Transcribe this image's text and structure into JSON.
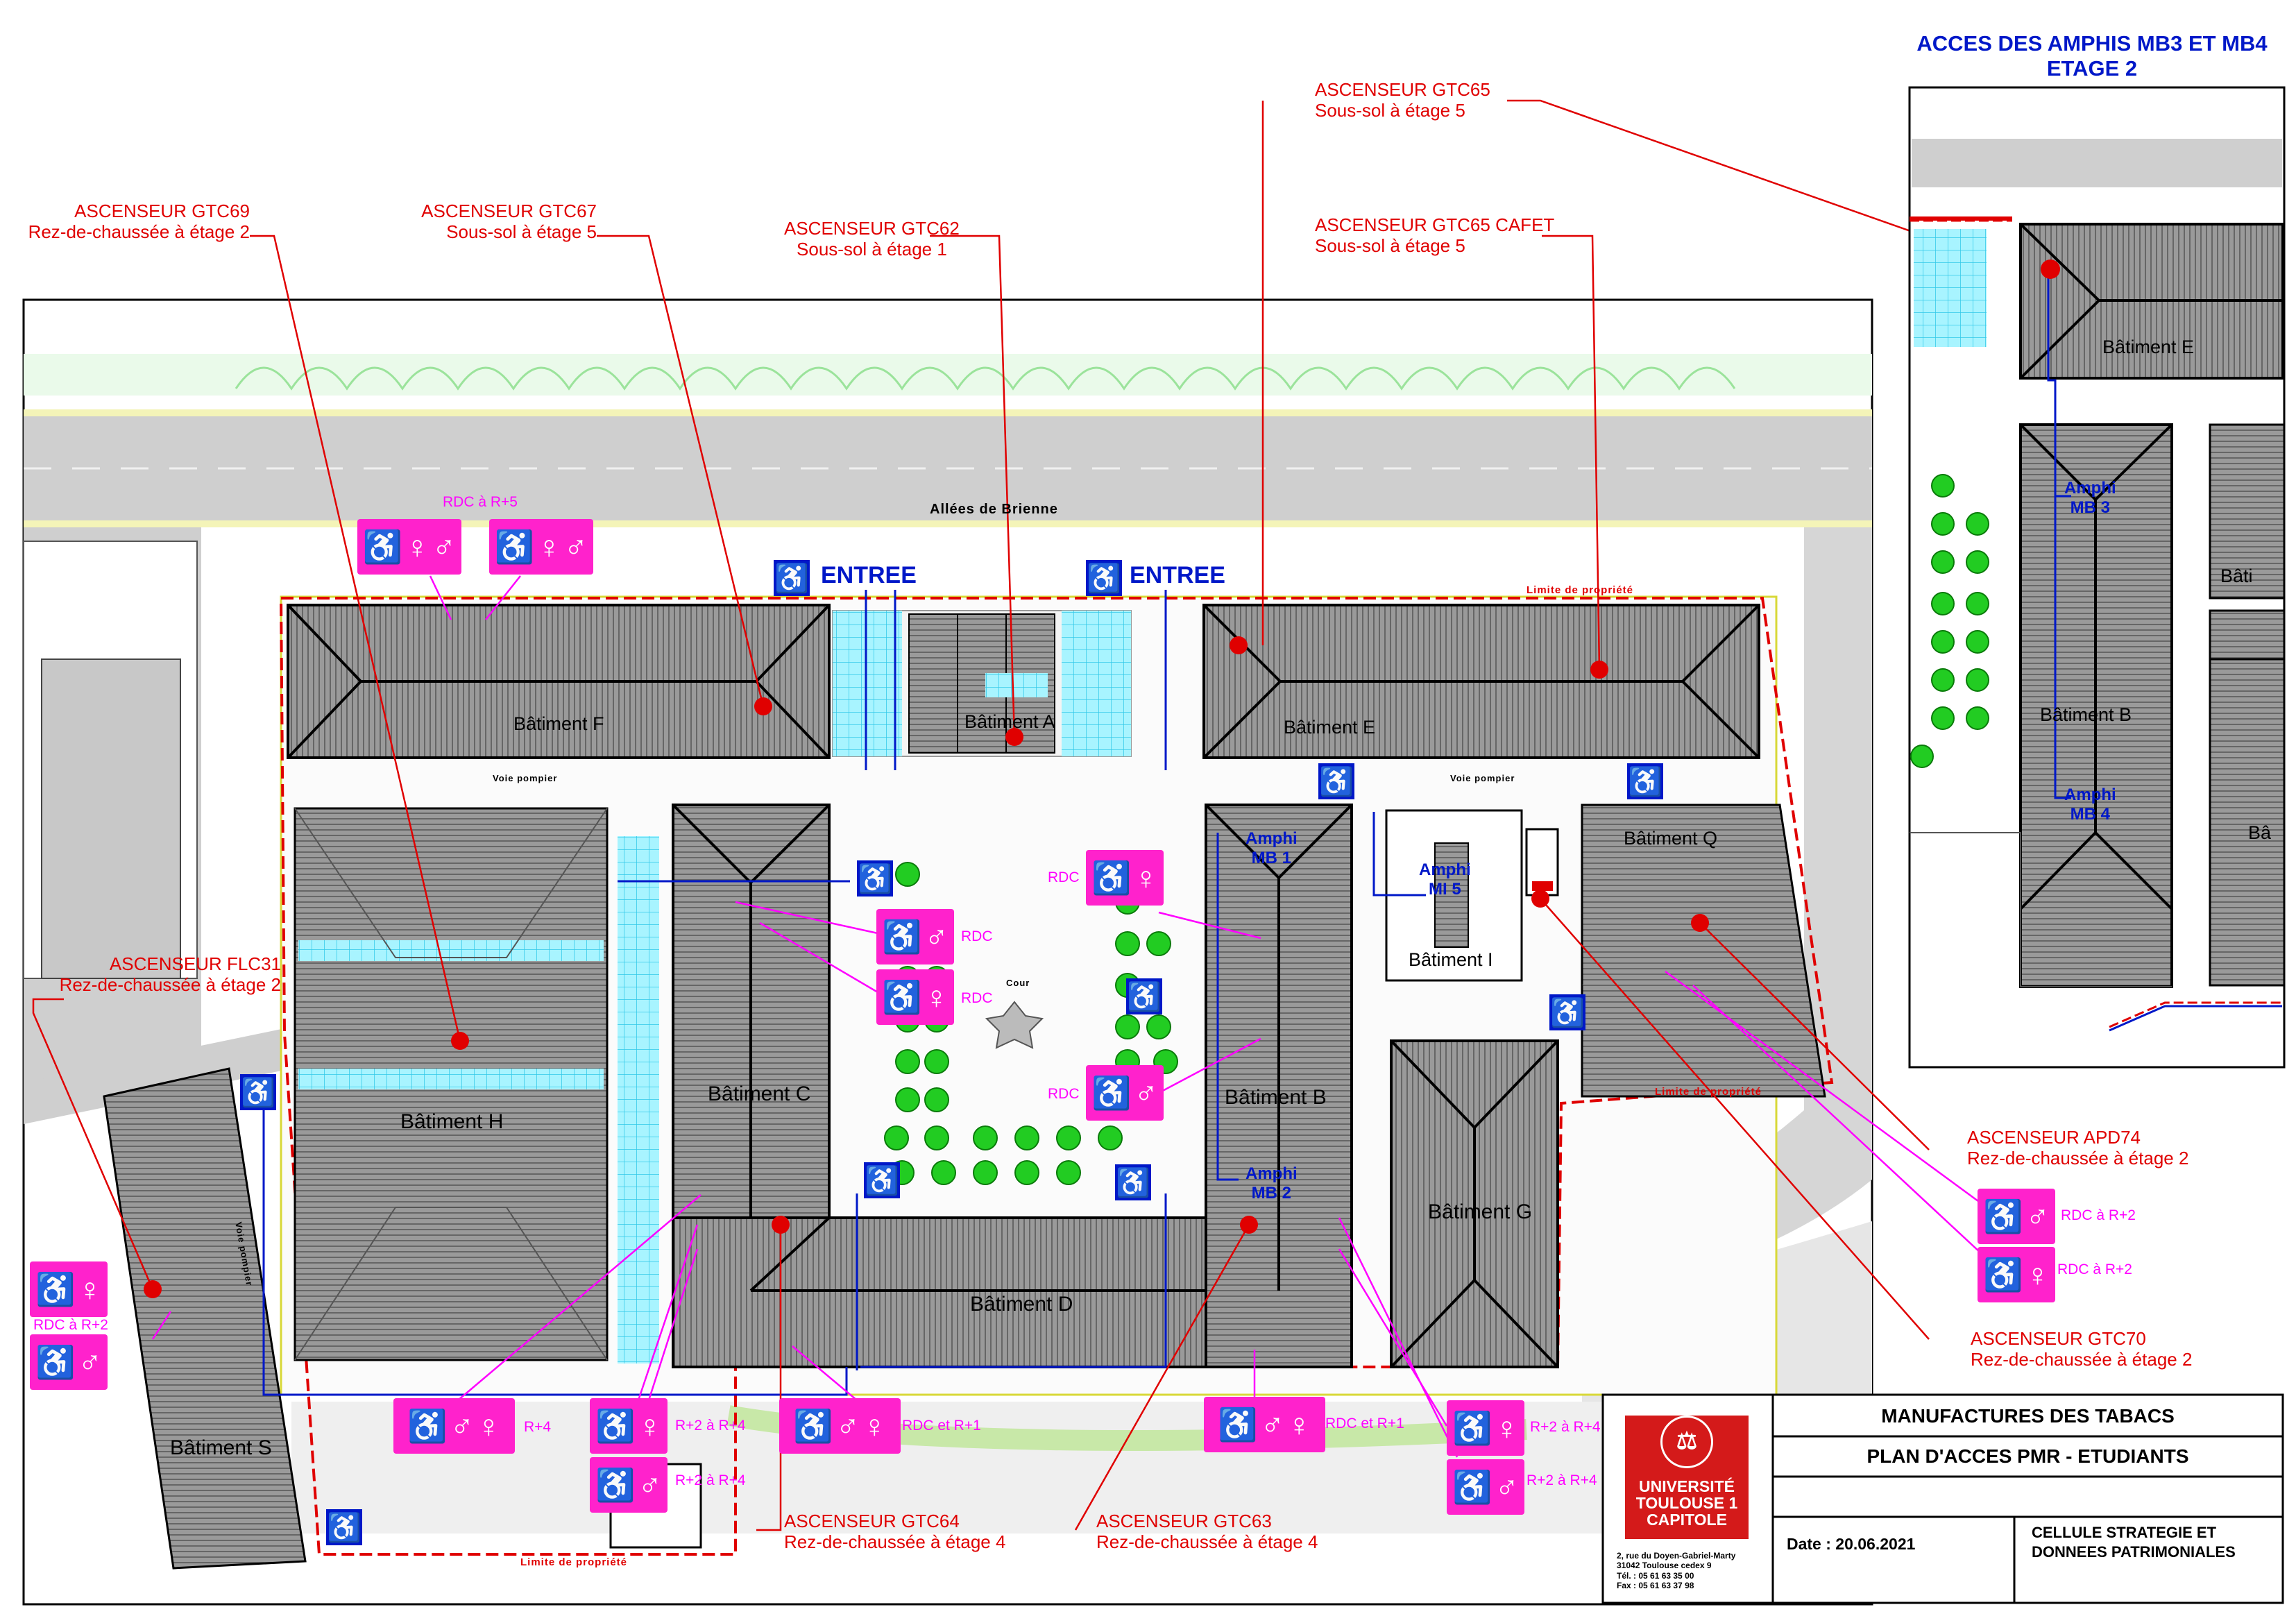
{
  "colors": {
    "red": "#e00000",
    "pink": "#ff22cc",
    "blue": "#0018c8",
    "cyan": "#9ff0ff",
    "roof": "#8c8c8c",
    "road": "#c8c8c8",
    "tree": "#1cc81c"
  },
  "icons": {
    "wheelchair": "wheelchair-icon",
    "woman": "woman-icon",
    "man": "man-icon",
    "star": "star-icon",
    "arrow": "arrow-icon"
  },
  "inset": {
    "title_line1": "ACCES DES AMPHIS MB3 ET MB4",
    "title_line2": "ETAGE 2",
    "batiment_e": "Bâtiment E",
    "batiment_b": "Bâtiment B",
    "amphi_mb3": "Amphi\nMB 3",
    "amphi_mb4": "Amphi\nMB 4",
    "bati": "Bâti",
    "ba": "Bâ"
  },
  "street": "Allées de Brienne",
  "entrees": [
    "ENTREE",
    "ENTREE"
  ],
  "limite": "Limite de propriété",
  "voie_pompier": "Voie pompier",
  "cour": "Cour",
  "buildings": {
    "F": "Bâtiment F",
    "A": "Bâtiment A",
    "E": "Bâtiment E",
    "H": "Bâtiment H",
    "C": "Bâtiment C",
    "B": "Bâtiment B",
    "I": "Bâtiment I",
    "Q": "Bâtiment Q",
    "G": "Bâtiment G",
    "D": "Bâtiment D",
    "S": "Bâtiment S"
  },
  "amphis": {
    "mb1": "Amphi\nMB 1",
    "mb2": "Amphi\nMB 2",
    "mi5": "Amphi\nMI 5"
  },
  "elevators": [
    {
      "name": "ASCENSEUR GTC69",
      "range": "Rez-de-chaussée à étage 2"
    },
    {
      "name": "ASCENSEUR GTC67",
      "range": "Sous-sol à étage 5"
    },
    {
      "name": "ASCENSEUR GTC62",
      "range": "Sous-sol à étage 1"
    },
    {
      "name": "ASCENSEUR GTC65",
      "range": "Sous-sol à étage 5"
    },
    {
      "name": "ASCENSEUR GTC65 CAFET",
      "range": "Sous-sol à étage 5"
    },
    {
      "name": "ASCENSEUR FLC31",
      "range": "Rez-de-chaussée à étage 2"
    },
    {
      "name": "ASCENSEUR APD74",
      "range": "Rez-de-chaussée à étage 2"
    },
    {
      "name": "ASCENSEUR GTC70",
      "range": "Rez-de-chaussée à étage 2"
    },
    {
      "name": "ASCENSEUR GTC64",
      "range": "Rez-de-chaussée à étage 4"
    },
    {
      "name": "ASCENSEUR GTC63",
      "range": "Rez-de-chaussée à étage 4"
    }
  ],
  "toilet_labels": {
    "rdc_r5": "RDC à R+5",
    "rdc": "RDC",
    "rdc_r2": "RDC à R+2",
    "r4": "R+4",
    "r2_r4": "R+2 à R+4",
    "rdc_et_r1": "RDC et R+1"
  },
  "title_block": {
    "line1": "MANUFACTURES DES TABACS",
    "line2": "PLAN D'ACCES PMR - ETUDIANTS",
    "date": "Date : 20.06.2021",
    "dept_line1": "CELLULE STRATEGIE ET",
    "dept_line2": "DONNEES PATRIMONIALES",
    "univ_line1": "UNIVERSITÉ",
    "univ_line2": "TOULOUSE 1",
    "univ_line3": "CAPITOLE",
    "address1": "2, rue du Doyen-Gabriel-Marty",
    "address2": "31042 Toulouse cedex 9",
    "tel": "Tél. : 05 61 63 35 00",
    "fax": "Fax : 05 61 63 37 98"
  }
}
